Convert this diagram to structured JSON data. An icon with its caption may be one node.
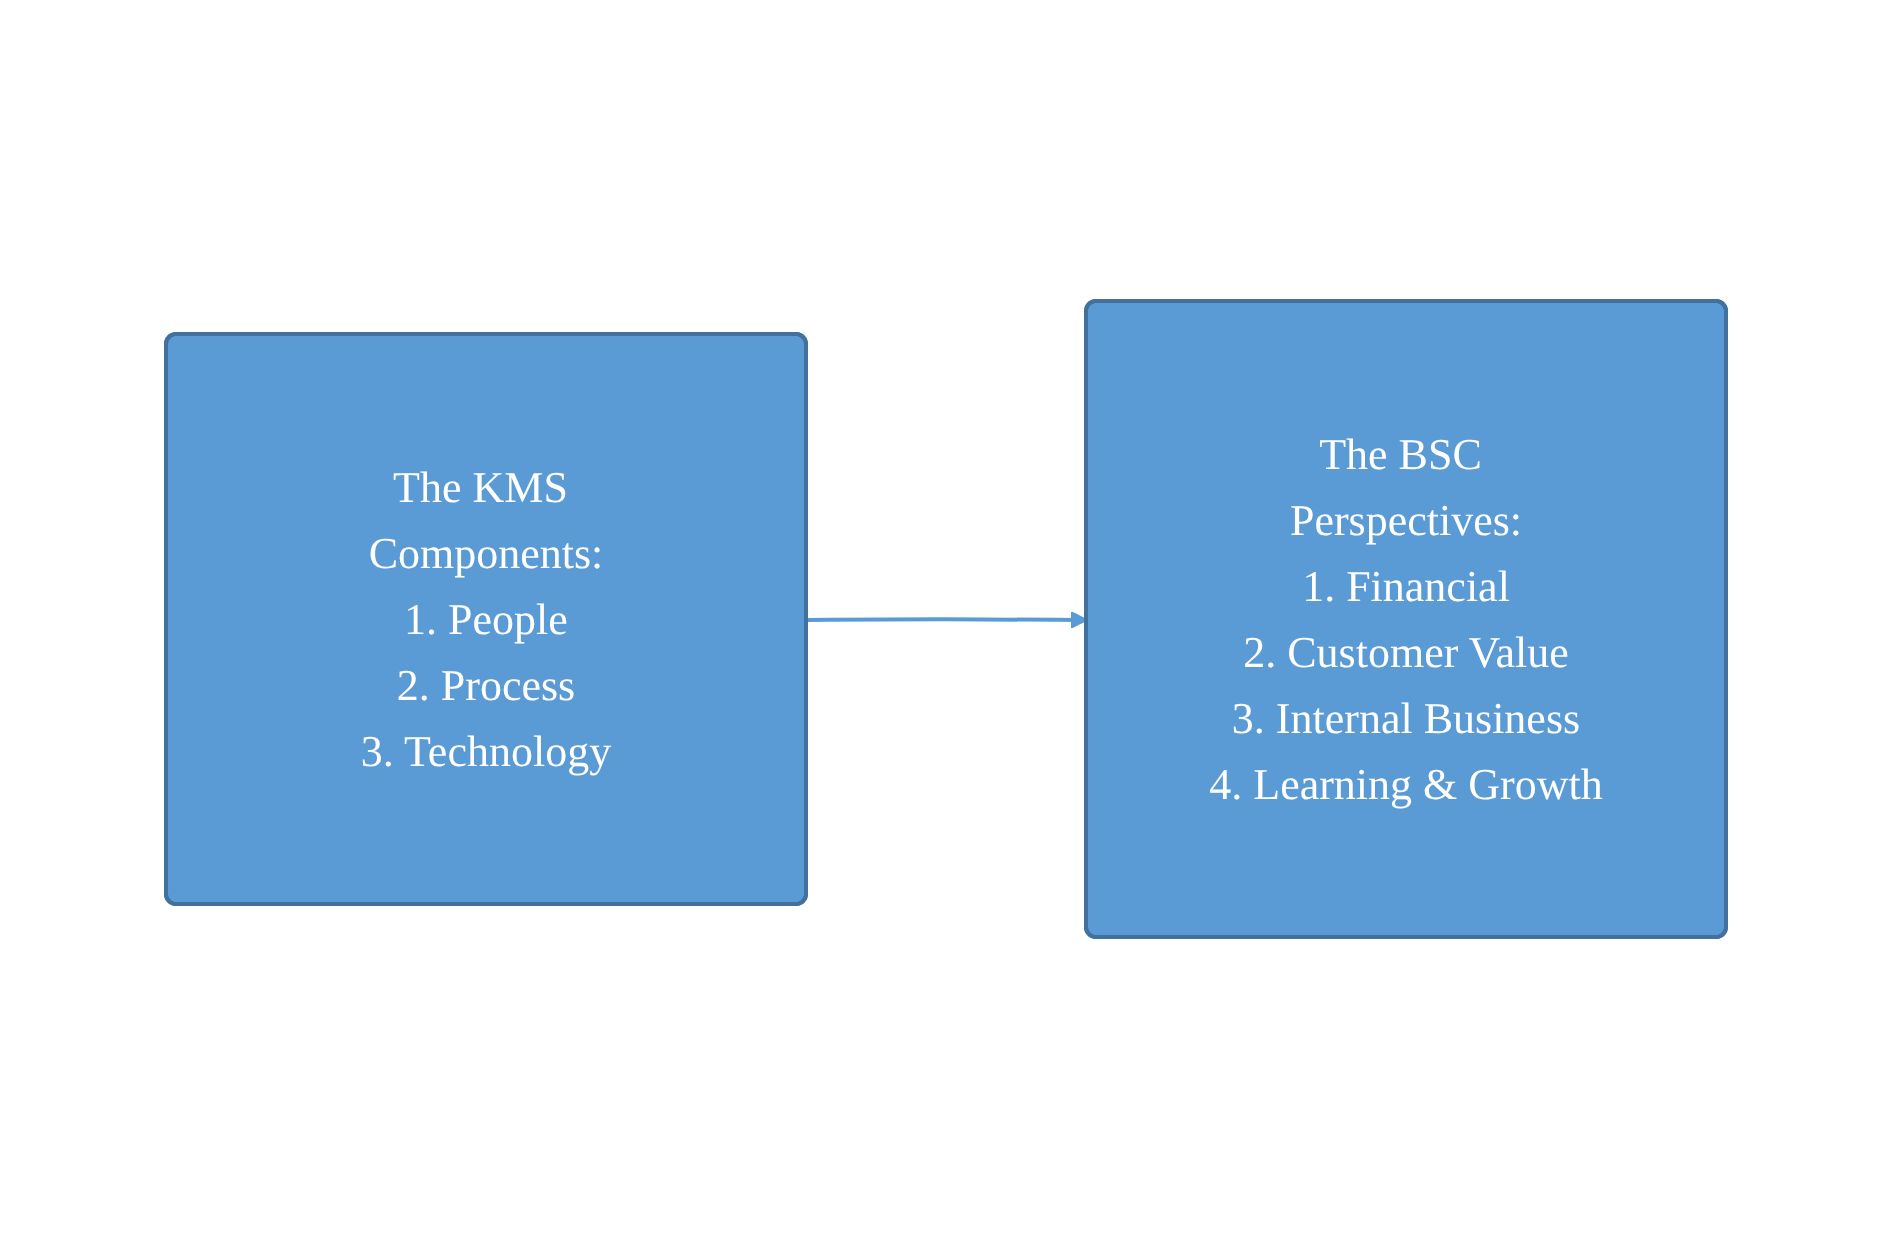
{
  "diagram": {
    "nodes": [
      {
        "text": [
          "The KMS Components:",
          "1. People",
          "2. Process",
          "3. Technology"
        ]
      },
      {
        "text": [
          "The BSC Perspectives:",
          "1. Financial",
          "2. Customer Value",
          "3. Internal Business",
          "4. Learning & Growth"
        ]
      }
    ],
    "edges": [
      {
        "from": 0,
        "to": 1,
        "arrow": "to"
      }
    ]
  }
}
